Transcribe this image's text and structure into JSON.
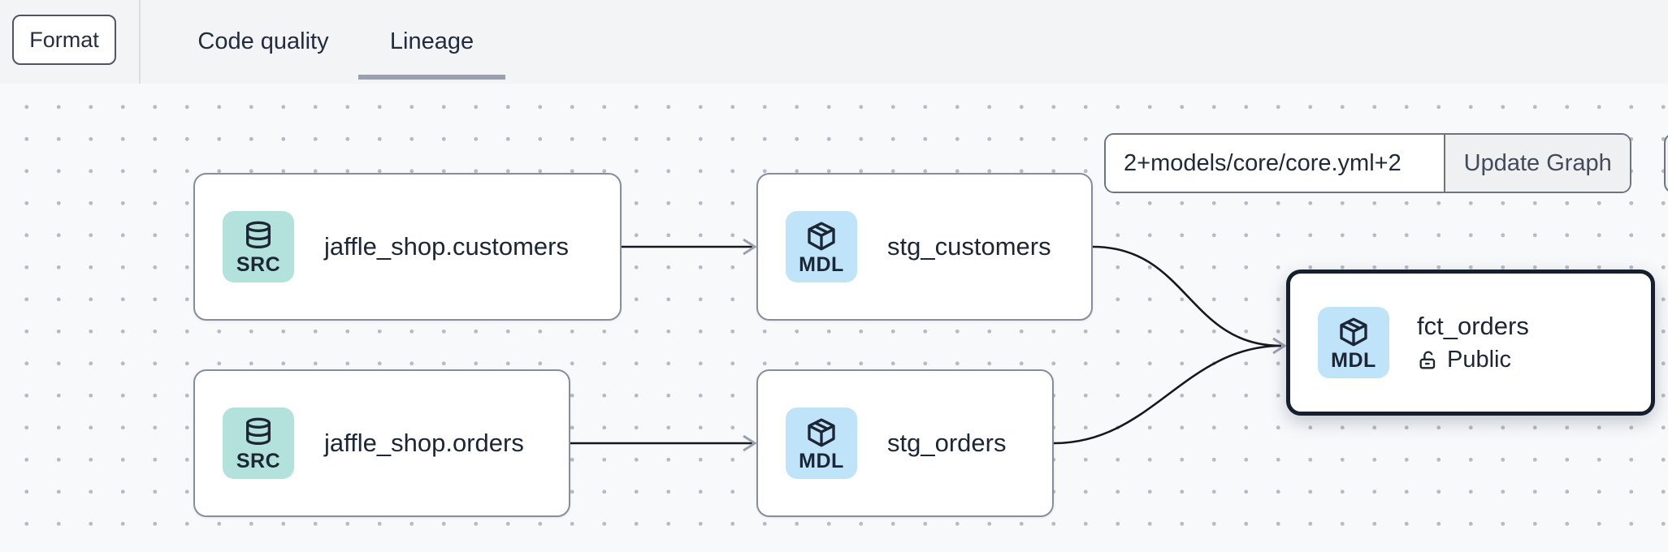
{
  "header": {
    "format_button": "Format",
    "tabs": [
      {
        "label": "Code quality",
        "active": false
      },
      {
        "label": "Lineage",
        "active": true
      }
    ]
  },
  "controls": {
    "selector_value": "2+models/core/core.yml+2",
    "update_button": "Update Graph"
  },
  "graph": {
    "nodes": [
      {
        "badge": "SRC",
        "type": "source",
        "label": "jaffle_shop.customers"
      },
      {
        "badge": "MDL",
        "type": "model",
        "label": "stg_customers"
      },
      {
        "badge": "SRC",
        "type": "source",
        "label": "jaffle_shop.orders"
      },
      {
        "badge": "MDL",
        "type": "model",
        "label": "stg_orders"
      },
      {
        "badge": "MDL",
        "type": "model",
        "label": "fct_orders",
        "access": "Public",
        "selected": true
      }
    ],
    "edges": [
      {
        "from": "jaffle_shop.customers",
        "to": "stg_customers"
      },
      {
        "from": "jaffle_shop.orders",
        "to": "stg_orders"
      },
      {
        "from": "stg_customers",
        "to": "fct_orders"
      },
      {
        "from": "stg_orders",
        "to": "fct_orders"
      }
    ]
  },
  "colors": {
    "source_badge": "#b3e1dc",
    "model_badge": "#bfe3f9",
    "edge": "#14181f",
    "arrowhead": "#9aa1ad",
    "selected_border": "#161f2e",
    "tab_underline": "#99a1b0"
  }
}
